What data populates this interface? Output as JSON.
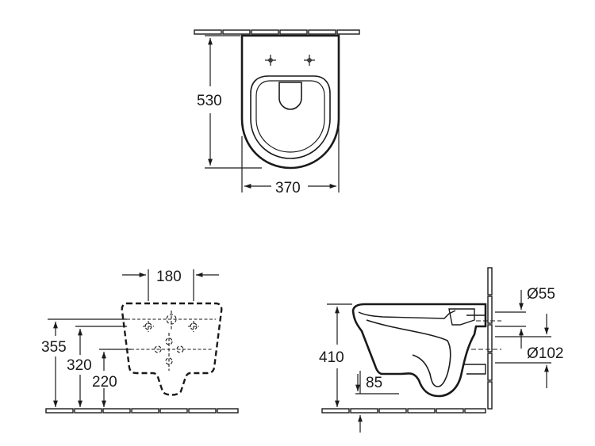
{
  "dimensions": {
    "top_height": "530",
    "top_width": "370",
    "hole_spacing": "180",
    "fix_height_a": "355",
    "fix_height_b": "320",
    "fix_height_c": "220",
    "side_height": "410",
    "side_offset": "85",
    "inlet_diameter": "Ø55",
    "outlet_diameter": "Ø102"
  },
  "colors": {
    "line": "#1a1a1a",
    "background": "#ffffff"
  }
}
